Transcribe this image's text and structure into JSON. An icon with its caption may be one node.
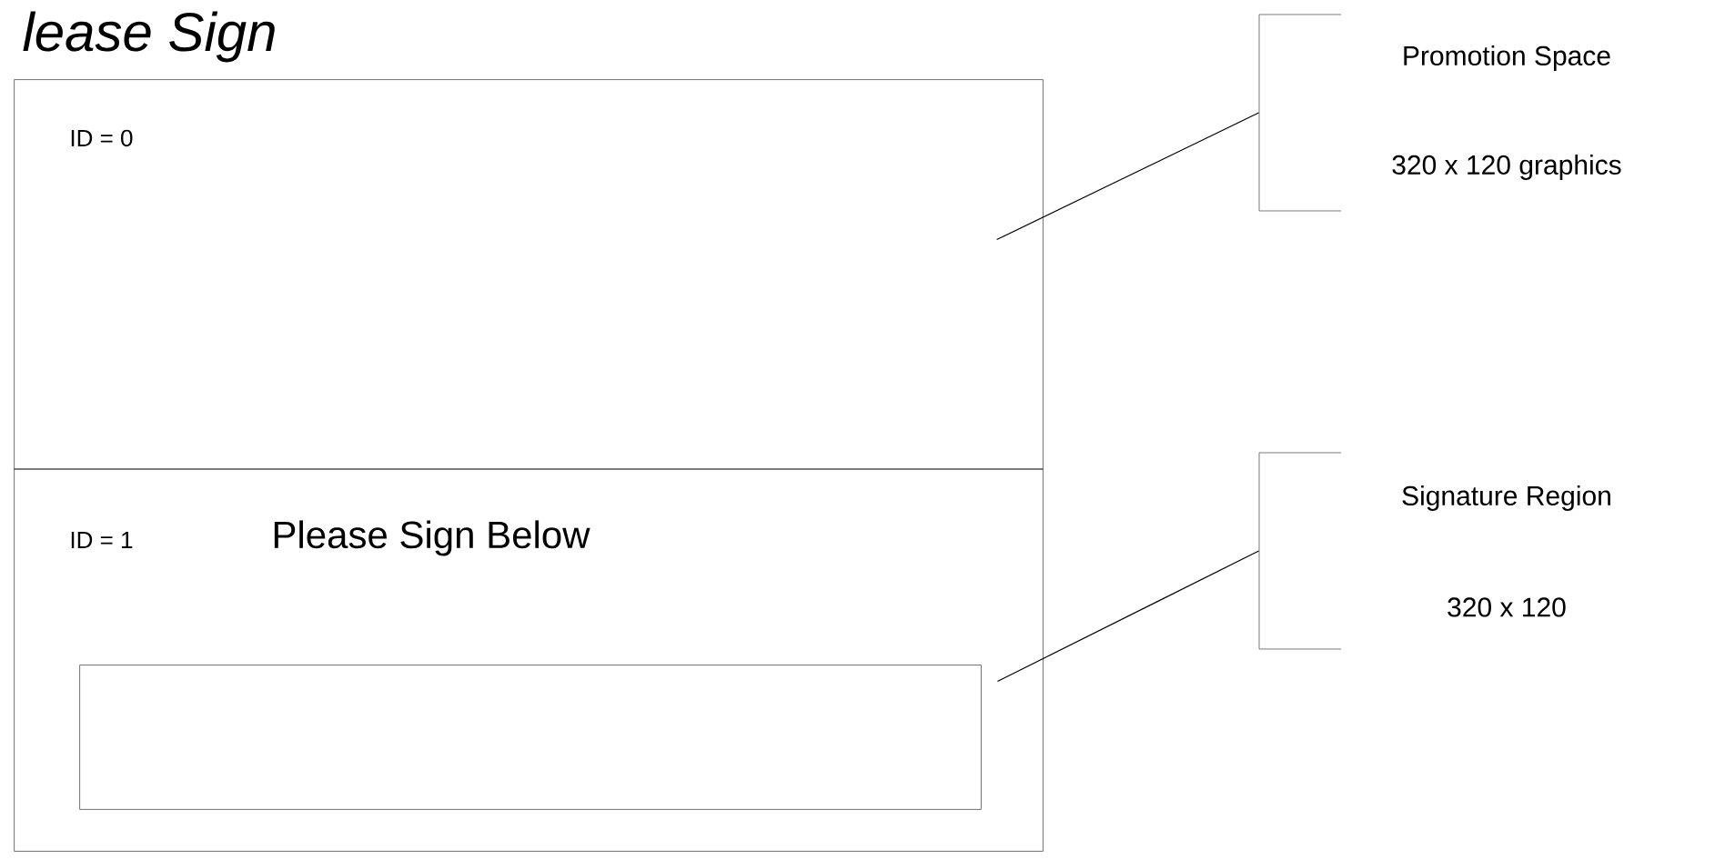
{
  "diagram": {
    "title": "lease Sign",
    "nodes": [
      {
        "text": [
          "ID = 0"
        ]
      },
      {
        "text": [
          "ID = 1",
          "Please Sign Below"
        ]
      },
      {
        "text": [],
        "shape": "box",
        "in": 1
      },
      {
        "text": [
          "Promotion Space",
          "320 x 120 graphics"
        ]
      },
      {
        "text": [
          "Signature Region",
          "320 x 120"
        ]
      }
    ],
    "edges": [
      {
        "from": 3,
        "to": 0,
        "arrow": "none"
      },
      {
        "from": 4,
        "to": 2,
        "arrow": "none"
      }
    ]
  }
}
